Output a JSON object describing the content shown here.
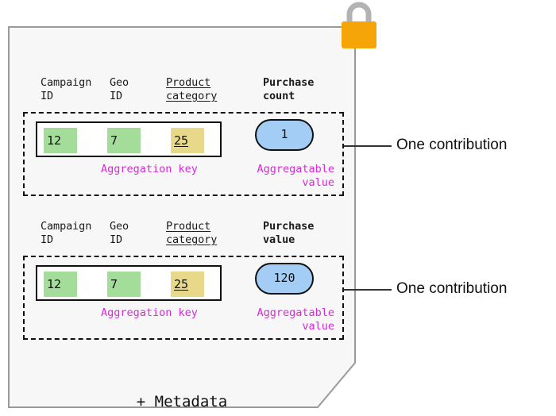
{
  "diagram": {
    "card": {
      "background_color": "#f7f7f7",
      "footer_label": "+ Metadata"
    },
    "lock_icon": {
      "name": "padlock-icon",
      "body_color": "#f5a508",
      "shackle_color": "#b3b3b3"
    },
    "colors": {
      "key_chip_green": "#a4dc99",
      "key_chip_yellow": "#e8d98a",
      "value_pill_blue": "#a3cdf5",
      "caption_magenta": "#d62bd6",
      "outline": "#111111"
    },
    "contributions": [
      {
        "headers": {
          "campaign_id": "Campaign\nID",
          "geo_id": "Geo\nID",
          "product_category": "Product\ncategory",
          "metric": "Purchase\ncount"
        },
        "key_values": [
          {
            "label": "12",
            "style": "green"
          },
          {
            "label": "7",
            "style": "green"
          },
          {
            "label": "25",
            "style": "yellow-underlined"
          }
        ],
        "aggregatable_value": "1",
        "captions": {
          "key": "Aggregation key",
          "value": "Aggregatable\nvalue"
        },
        "callout": "One contribution"
      },
      {
        "headers": {
          "campaign_id": "Campaign\nID",
          "geo_id": "Geo\nID",
          "product_category": "Product\ncategory",
          "metric": "Purchase\nvalue"
        },
        "key_values": [
          {
            "label": "12",
            "style": "green"
          },
          {
            "label": "7",
            "style": "green"
          },
          {
            "label": "25",
            "style": "yellow-underlined"
          }
        ],
        "aggregatable_value": "120",
        "captions": {
          "key": "Aggregation key",
          "value": "Aggregatable\nvalue"
        },
        "callout": "One contribution"
      }
    ]
  }
}
